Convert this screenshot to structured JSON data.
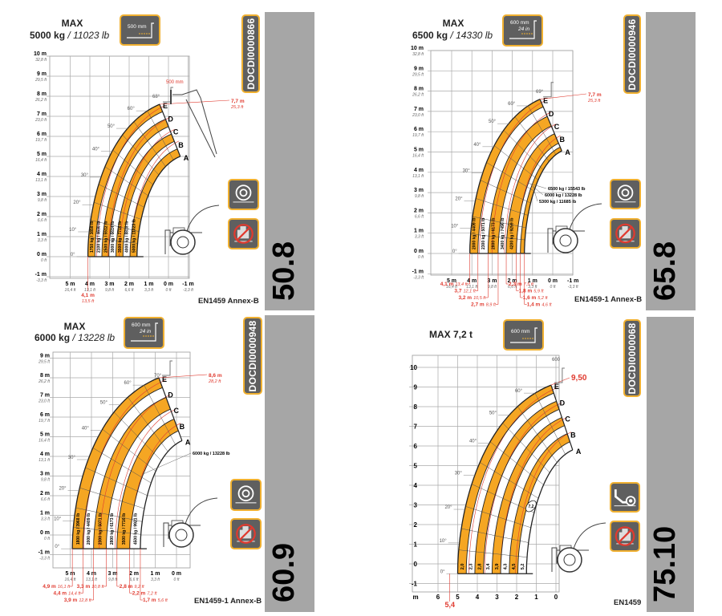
{
  "colors": {
    "load_zone": "#f5a623",
    "accent_border": "#f0b030",
    "icon_bg": "#5f5f5f",
    "model_bar": "#a6a6a6",
    "red_annotation": "#e03a2f"
  },
  "panels": [
    {
      "title": "MAX",
      "capacity_kg": "5000 kg",
      "capacity_sep": " / ",
      "capacity_lb": "11023 lb",
      "attachment": {
        "label_mm": "500 mm",
        "label_in": "",
        "icon": "fork-offset-icon"
      },
      "doc_id": "DOCDI0000866",
      "model": "50.8",
      "standard": "EN1459 Annex-B",
      "side_icons": [
        "tire-icon",
        "no-stabilizers-icon"
      ],
      "y_ticks": [
        {
          "value": 10,
          "m": "10 m",
          "ft": "32,8 ft"
        },
        {
          "value": 9,
          "m": "9 m",
          "ft": "29,5 ft"
        },
        {
          "value": 8,
          "m": "8 m",
          "ft": "26,2 ft"
        },
        {
          "value": 7,
          "m": "7 m",
          "ft": "23,0 ft"
        },
        {
          "value": 6,
          "m": "6 m",
          "ft": "19,7 ft"
        },
        {
          "value": 5,
          "m": "5 m",
          "ft": "16,4 ft"
        },
        {
          "value": 4,
          "m": "4 m",
          "ft": "13,1 ft"
        },
        {
          "value": 3,
          "m": "3 m",
          "ft": "9,8 ft"
        },
        {
          "value": 2,
          "m": "2 m",
          "ft": "6,6 ft"
        },
        {
          "value": 1,
          "m": "1 m",
          "ft": "3,3 ft"
        },
        {
          "value": 0,
          "m": "0 m",
          "ft": "0 ft"
        },
        {
          "value": -1,
          "m": "-1 m",
          "ft": "-3,3 ft"
        }
      ],
      "x_ticks": [
        {
          "value": 5,
          "m": "5 m",
          "ft": "16,4 ft"
        },
        {
          "value": 4,
          "m": "4 m",
          "ft": "13,1 ft"
        },
        {
          "value": 3,
          "m": "3 m",
          "ft": "9,8 ft"
        },
        {
          "value": 2,
          "m": "2 m",
          "ft": "6,6 ft"
        },
        {
          "value": 1,
          "m": "1 m",
          "ft": "3,3 ft"
        },
        {
          "value": 0,
          "m": "0 m",
          "ft": "0 ft"
        },
        {
          "value": -1,
          "m": "-1 m",
          "ft": "-3,3 ft"
        }
      ],
      "angles": [
        "0°",
        "10°",
        "20°",
        "30°",
        "40°",
        "50°",
        "60°"
      ],
      "max_angle": "68°",
      "extensions": [
        "E",
        "D",
        "C",
        "B",
        "A"
      ],
      "loads": [
        "1750 kg / 3858 lb",
        "2100 kg / 4630 lb",
        "2500 kg / 5512 lb",
        "3000 kg / 6614 lb",
        "3500 kg / 7716 lb",
        "4000 kg / 8818 lb",
        "5000 kg / 11023 lb"
      ],
      "reach_marks": [
        {
          "value": 4.1,
          "m": "4,1 m",
          "ft": "13,5 ft"
        }
      ],
      "max_height": {
        "m": "7,7 m",
        "ft": "25,3 ft"
      },
      "fork_offset": "500 mm",
      "callouts": [],
      "oval": ""
    },
    {
      "title": "MAX",
      "capacity_kg": "6500 kg",
      "capacity_sep": " / ",
      "capacity_lb": "14330 lb",
      "attachment": {
        "label_mm": "600 mm",
        "label_in": "24 in",
        "icon": "fork-offset-icon"
      },
      "doc_id": "DOCDI0000946",
      "model": "65.8",
      "standard": "EN1459-1 Annex-B",
      "side_icons": [
        "tire-icon",
        "no-stabilizers-icon"
      ],
      "y_ticks": [
        {
          "value": 10,
          "m": "10 m",
          "ft": "32,8 ft"
        },
        {
          "value": 9,
          "m": "9 m",
          "ft": "29,5 ft"
        },
        {
          "value": 8,
          "m": "8 m",
          "ft": "26,2 ft"
        },
        {
          "value": 7,
          "m": "7 m",
          "ft": "23,0 ft"
        },
        {
          "value": 6,
          "m": "6 m",
          "ft": "19,7 ft"
        },
        {
          "value": 5,
          "m": "5 m",
          "ft": "16,4 ft"
        },
        {
          "value": 4,
          "m": "4 m",
          "ft": "13,1 ft"
        },
        {
          "value": 3,
          "m": "3 m",
          "ft": "9,8 ft"
        },
        {
          "value": 2,
          "m": "2 m",
          "ft": "6,6 ft"
        },
        {
          "value": 1,
          "m": "1 m",
          "ft": "3,3 ft"
        },
        {
          "value": 0,
          "m": "0 m",
          "ft": "0 ft"
        },
        {
          "value": -1,
          "m": "-1 m",
          "ft": "-3,3 ft"
        }
      ],
      "x_ticks": [
        {
          "value": 5,
          "m": "5 m",
          "ft": "16,4 ft"
        },
        {
          "value": 4,
          "m": "4 m",
          "ft": "13,1 ft"
        },
        {
          "value": 3,
          "m": "3 m",
          "ft": "9,8 ft"
        },
        {
          "value": 2,
          "m": "2 m",
          "ft": "6,6 ft"
        },
        {
          "value": 1,
          "m": "1 m",
          "ft": "3,3 ft"
        },
        {
          "value": 0,
          "m": "0 m",
          "ft": "0 ft"
        },
        {
          "value": -1,
          "m": "-1 m",
          "ft": "-3,3 ft"
        }
      ],
      "angles": [
        "0°",
        "10°",
        "20°",
        "30°",
        "40°",
        "50°",
        "60°"
      ],
      "max_angle": "69°",
      "extensions": [
        "E",
        "D",
        "C",
        "B",
        "A"
      ],
      "loads": [
        "2000 kg / 4409 lb",
        "2300 kg / 5071 lb",
        "2800 kg / 6173 lb",
        "3400 kg / 7496 lb",
        "4200 kg / 9259 lb"
      ],
      "reach_marks": [
        {
          "value": 4.1,
          "m": "4,1 m",
          "ft": "13,4 ft"
        },
        {
          "value": 3.7,
          "m": "3,7",
          "ft": "12,1 ft"
        },
        {
          "value": 3.2,
          "m": "3,2 m",
          "ft": "10,5 ft"
        },
        {
          "value": 2.7,
          "m": "2,7 m",
          "ft": "8,9 ft"
        },
        {
          "value": 2.3,
          "m": "2,3 m",
          "ft": "7,5 ft"
        },
        {
          "value": 1.8,
          "m": "1,8 m",
          "ft": "5,9 ft"
        },
        {
          "value": 1.6,
          "m": "1,6 m",
          "ft": "5,2 ft"
        },
        {
          "value": 1.4,
          "m": "1,4 m",
          "ft": "4,6 ft"
        }
      ],
      "max_height": {
        "m": "7,7 m",
        "ft": "25,3 ft"
      },
      "fork_offset": "",
      "callouts": [
        "6500 kg / 15543 lb",
        "6000 kg / 13228 lb",
        "5300 kg / 11685 lb"
      ],
      "oval": ""
    },
    {
      "title": "MAX",
      "capacity_kg": "6000 kg",
      "capacity_sep": " / ",
      "capacity_lb": "13228 lb",
      "attachment": {
        "label_mm": "600 mm",
        "label_in": "24 in",
        "icon": "fork-offset-icon"
      },
      "doc_id": "DOCDI0000948",
      "model": "60.9",
      "standard": "EN1459-1 Annex-B",
      "side_icons": [
        "tire-icon",
        "no-stabilizers-icon"
      ],
      "y_ticks": [
        {
          "value": 9,
          "m": "9 m",
          "ft": "29,5 ft"
        },
        {
          "value": 8,
          "m": "8 m",
          "ft": "26,2 ft"
        },
        {
          "value": 7,
          "m": "7 m",
          "ft": "23,0 ft"
        },
        {
          "value": 6,
          "m": "6 m",
          "ft": "19,7 ft"
        },
        {
          "value": 5,
          "m": "5 m",
          "ft": "16,4 ft"
        },
        {
          "value": 4,
          "m": "4 m",
          "ft": "13,1 ft"
        },
        {
          "value": 3,
          "m": "3 m",
          "ft": "9,8 ft"
        },
        {
          "value": 2,
          "m": "2 m",
          "ft": "6,6 ft"
        },
        {
          "value": 1,
          "m": "1 m",
          "ft": "3,3 ft"
        },
        {
          "value": 0,
          "m": "0 m",
          "ft": "0 ft"
        },
        {
          "value": -1,
          "m": "-1 m",
          "ft": "-3,3 ft"
        }
      ],
      "x_ticks": [
        {
          "value": 5,
          "m": "5 m",
          "ft": "16,4 ft"
        },
        {
          "value": 4,
          "m": "4 m",
          "ft": "13,1 ft"
        },
        {
          "value": 3,
          "m": "3 m",
          "ft": "9,8 ft"
        },
        {
          "value": 2,
          "m": "2 m",
          "ft": "6,6 ft"
        },
        {
          "value": 1,
          "m": "1 m",
          "ft": "3,3 ft"
        },
        {
          "value": 0,
          "m": "0 m",
          "ft": "0 ft"
        }
      ],
      "angles": [
        "0°",
        "10°",
        "20°",
        "30°",
        "40°",
        "50°",
        "60°"
      ],
      "max_angle": "70°",
      "extensions": [
        "E",
        "D",
        "C",
        "B",
        "A"
      ],
      "loads": [
        "1800 kg / 3968 lb",
        "2000 kg / 4409 lb",
        "2300 kg / 5071 lb",
        "2800 kg / 6173 lb",
        "3500 kg / 7716 lb",
        "4500 kg / 9921 lb"
      ],
      "reach_marks": [
        {
          "value": 4.9,
          "m": "4,9 m",
          "ft": "16,1 ft"
        },
        {
          "value": 4.4,
          "m": "4,4 m",
          "ft": "14,4 ft"
        },
        {
          "value": 3.9,
          "m": "3,9 m",
          "ft": "12,8 ft"
        },
        {
          "value": 3.3,
          "m": "3,3 m",
          "ft": "10,8 ft"
        },
        {
          "value": 2.8,
          "m": "2,8 m",
          "ft": "9,2 ft"
        },
        {
          "value": 2.2,
          "m": "2,2 m",
          "ft": "7,2 ft"
        },
        {
          "value": 1.7,
          "m": "1,7 m",
          "ft": "5,6 ft"
        }
      ],
      "max_height": {
        "m": "8,6 m",
        "ft": "28,2 ft"
      },
      "fork_offset": "",
      "callouts": [
        "6000 kg / 13228 lb"
      ],
      "oval": ""
    },
    {
      "title": "MAX 7,2 t",
      "capacity_kg": "",
      "capacity_sep": "",
      "capacity_lb": "",
      "attachment": {
        "label_mm": "600 mm",
        "label_in": "",
        "icon": "fork-offset-icon"
      },
      "doc_id": "DOCDI0000068",
      "model": "75.10",
      "standard": "EN1459",
      "side_icons": [
        "fork-wheel-icon",
        "no-stabilizers-icon"
      ],
      "y_ticks": [
        {
          "value": 10,
          "m": "10",
          "ft": ""
        },
        {
          "value": 9,
          "m": "9",
          "ft": ""
        },
        {
          "value": 8,
          "m": "8",
          "ft": ""
        },
        {
          "value": 7,
          "m": "7",
          "ft": ""
        },
        {
          "value": 6,
          "m": "6",
          "ft": ""
        },
        {
          "value": 5,
          "m": "5",
          "ft": ""
        },
        {
          "value": 4,
          "m": "4",
          "ft": ""
        },
        {
          "value": 3,
          "m": "3",
          "ft": ""
        },
        {
          "value": 2,
          "m": "2",
          "ft": ""
        },
        {
          "value": 1,
          "m": "1",
          "ft": ""
        },
        {
          "value": 0,
          "m": "0",
          "ft": ""
        },
        {
          "value": -1,
          "m": "-1",
          "ft": ""
        }
      ],
      "x_ticks": [
        {
          "value": 6,
          "m": "6",
          "ft": ""
        },
        {
          "value": 5,
          "m": "5",
          "ft": ""
        },
        {
          "value": 4,
          "m": "4",
          "ft": ""
        },
        {
          "value": 3,
          "m": "3",
          "ft": ""
        },
        {
          "value": 2,
          "m": "2",
          "ft": ""
        },
        {
          "value": 1,
          "m": "1",
          "ft": ""
        },
        {
          "value": 0,
          "m": "0",
          "ft": ""
        }
      ],
      "x_unit": "m",
      "angles": [
        "0°",
        "10°",
        "20°",
        "30°",
        "40°",
        "50°",
        "60°"
      ],
      "max_angle": "",
      "extensions": [
        "E",
        "D",
        "C",
        "B",
        "A"
      ],
      "loads": [
        "2,0",
        "2,3",
        "2,8",
        "3,4",
        "3,9",
        "4,3",
        "4,5",
        "5,2"
      ],
      "reach_marks": [
        {
          "value": 5.4,
          "m": "5,4",
          "ft": ""
        }
      ],
      "max_height": {
        "m": "9,50",
        "ft": ""
      },
      "fork_offset": "600",
      "callouts": [],
      "oval": "7,2"
    }
  ]
}
